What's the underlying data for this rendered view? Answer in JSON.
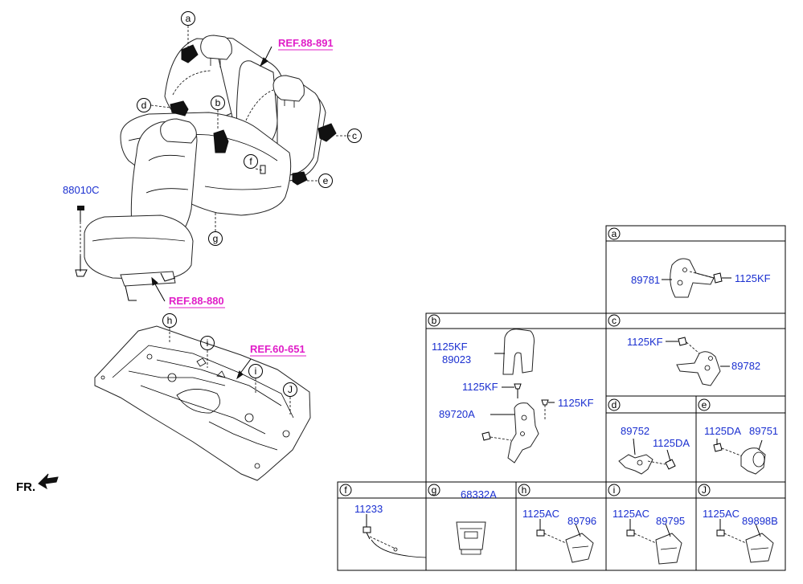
{
  "refs": {
    "ref_88_891": "REF.88-891",
    "ref_88_880": "REF.88-880",
    "ref_60_651": "REF.60-651"
  },
  "main_callouts": {
    "a": "a",
    "b": "b",
    "c": "c",
    "d": "d",
    "e": "e",
    "f": "f",
    "g": "g",
    "h": "h",
    "i1": "i",
    "i2": "i",
    "j": "J"
  },
  "main_parts": {
    "bolt_88010C": "88010C"
  },
  "front_label": "FR.",
  "panels": {
    "a": {
      "letter": "a",
      "parts": [
        "89781",
        "1125KF"
      ]
    },
    "b": {
      "letter": "b",
      "parts": [
        "1125KF",
        "89023",
        "1125KF",
        "1125KF",
        "89720A"
      ]
    },
    "c": {
      "letter": "c",
      "parts": [
        "1125KF",
        "89782"
      ]
    },
    "d": {
      "letter": "d",
      "parts": [
        "89752",
        "1125DA"
      ]
    },
    "e": {
      "letter": "e",
      "parts": [
        "1125DA",
        "89751"
      ]
    },
    "f": {
      "letter": "f",
      "parts": [
        "11233"
      ]
    },
    "g": {
      "letter": "g",
      "parts": [
        "68332A"
      ]
    },
    "h": {
      "letter": "h",
      "parts": [
        "1125AC",
        "89796"
      ]
    },
    "i": {
      "letter": "i",
      "parts": [
        "1125AC",
        "89795"
      ]
    },
    "j": {
      "letter": "J",
      "parts": [
        "1125AC",
        "89898B"
      ]
    }
  },
  "colors": {
    "part_number": "#1a2fd0",
    "reference": "#e01ec8",
    "line": "#000000"
  }
}
